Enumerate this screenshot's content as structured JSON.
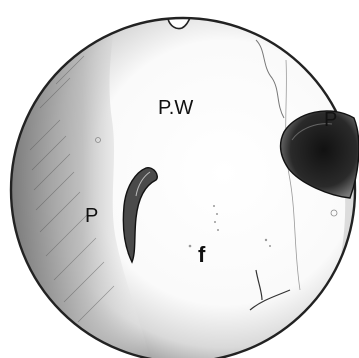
{
  "figure": {
    "labels": {
      "posterior_wall": "P.W",
      "left_opening": "P",
      "right_opening": "P",
      "fistula": "f"
    }
  }
}
